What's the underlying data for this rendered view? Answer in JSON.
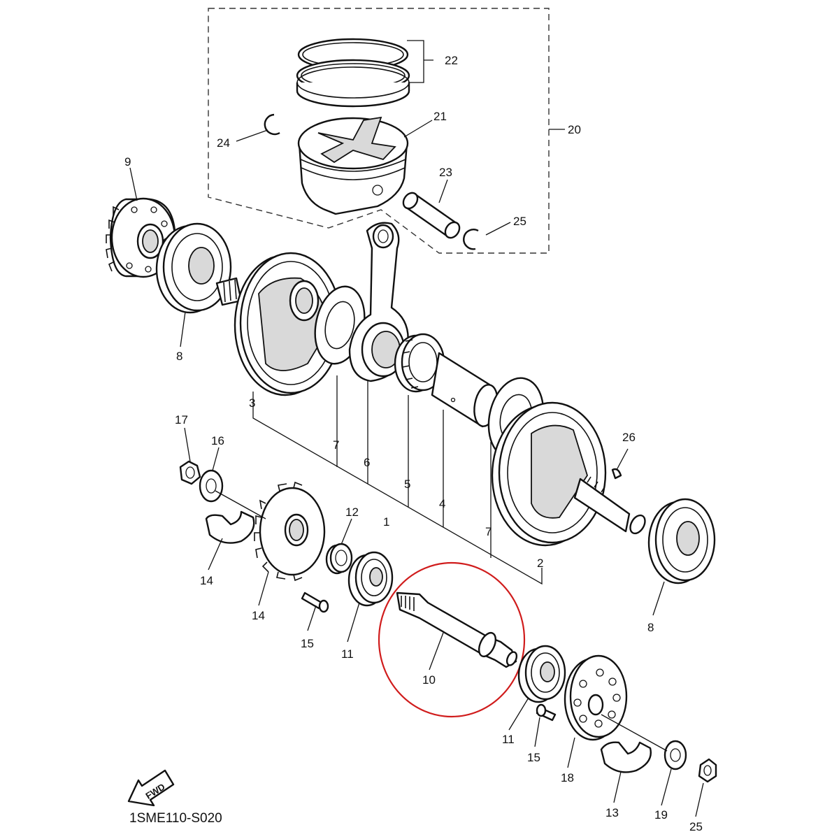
{
  "diagram": {
    "code": "1SME110-S020",
    "fwd_label": "FWD",
    "highlight_color": "#d01c1c",
    "callouts": [
      {
        "id": "c1",
        "label": "1"
      },
      {
        "id": "c2",
        "label": "2"
      },
      {
        "id": "c3",
        "label": "3"
      },
      {
        "id": "c4",
        "label": "4"
      },
      {
        "id": "c5",
        "label": "5"
      },
      {
        "id": "c6",
        "label": "6"
      },
      {
        "id": "c7a",
        "label": "7"
      },
      {
        "id": "c7b",
        "label": "7"
      },
      {
        "id": "c8a",
        "label": "8"
      },
      {
        "id": "c8b",
        "label": "8"
      },
      {
        "id": "c9",
        "label": "9"
      },
      {
        "id": "c10",
        "label": "10"
      },
      {
        "id": "c11a",
        "label": "11"
      },
      {
        "id": "c11b",
        "label": "11"
      },
      {
        "id": "c12",
        "label": "12"
      },
      {
        "id": "c13",
        "label": "13"
      },
      {
        "id": "c14a",
        "label": "14"
      },
      {
        "id": "c14b",
        "label": "14"
      },
      {
        "id": "c15a",
        "label": "15"
      },
      {
        "id": "c15b",
        "label": "15"
      },
      {
        "id": "c16",
        "label": "16"
      },
      {
        "id": "c17",
        "label": "17"
      },
      {
        "id": "c18",
        "label": "18"
      },
      {
        "id": "c19",
        "label": "19"
      },
      {
        "id": "c20",
        "label": "20"
      },
      {
        "id": "c21",
        "label": "21"
      },
      {
        "id": "c22",
        "label": "22"
      },
      {
        "id": "c23",
        "label": "23"
      },
      {
        "id": "c24",
        "label": "24"
      },
      {
        "id": "c25a",
        "label": "25"
      },
      {
        "id": "c25b",
        "label": "25"
      },
      {
        "id": "c26",
        "label": "26"
      }
    ]
  }
}
